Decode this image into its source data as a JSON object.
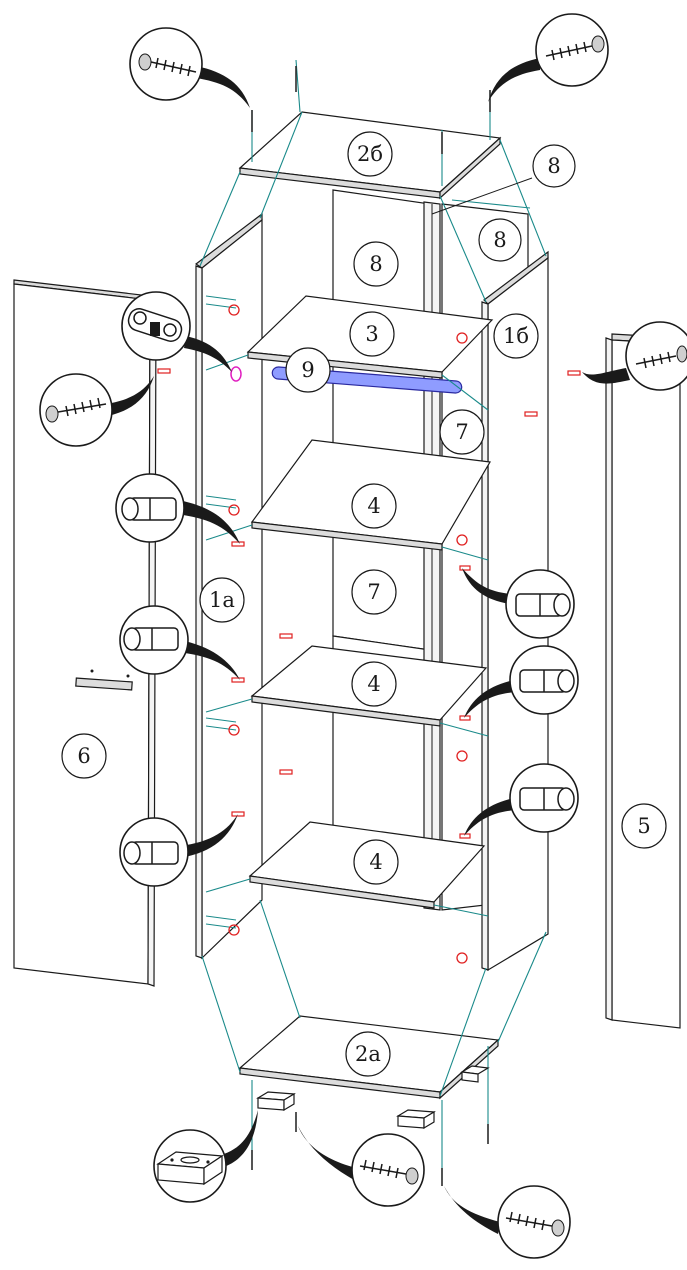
{
  "parts": [
    {
      "id": "p2b",
      "label": "2б"
    },
    {
      "id": "p8a",
      "label": "8"
    },
    {
      "id": "p8b",
      "label": "8"
    },
    {
      "id": "p8c",
      "label": "8"
    },
    {
      "id": "p3",
      "label": "3"
    },
    {
      "id": "p1b",
      "label": "1б"
    },
    {
      "id": "p9",
      "label": "9"
    },
    {
      "id": "p7a",
      "label": "7"
    },
    {
      "id": "p4a",
      "label": "4"
    },
    {
      "id": "p7b",
      "label": "7"
    },
    {
      "id": "p1a",
      "label": "1а"
    },
    {
      "id": "p4b",
      "label": "4"
    },
    {
      "id": "p6",
      "label": "6"
    },
    {
      "id": "p5",
      "label": "5"
    },
    {
      "id": "p4c",
      "label": "4"
    },
    {
      "id": "p2a",
      "label": "2а"
    }
  ],
  "colors": {
    "outline": "#1a1a1a",
    "guide_line": "#1a8a8a",
    "fastener_marker": "#e02020",
    "hanging_rail": "#8f9cff",
    "hinge_marker": "#e020c0"
  },
  "callout_icons": [
    "screw-icon",
    "dowel-icon",
    "hinge-icon",
    "block-bracket-icon"
  ]
}
